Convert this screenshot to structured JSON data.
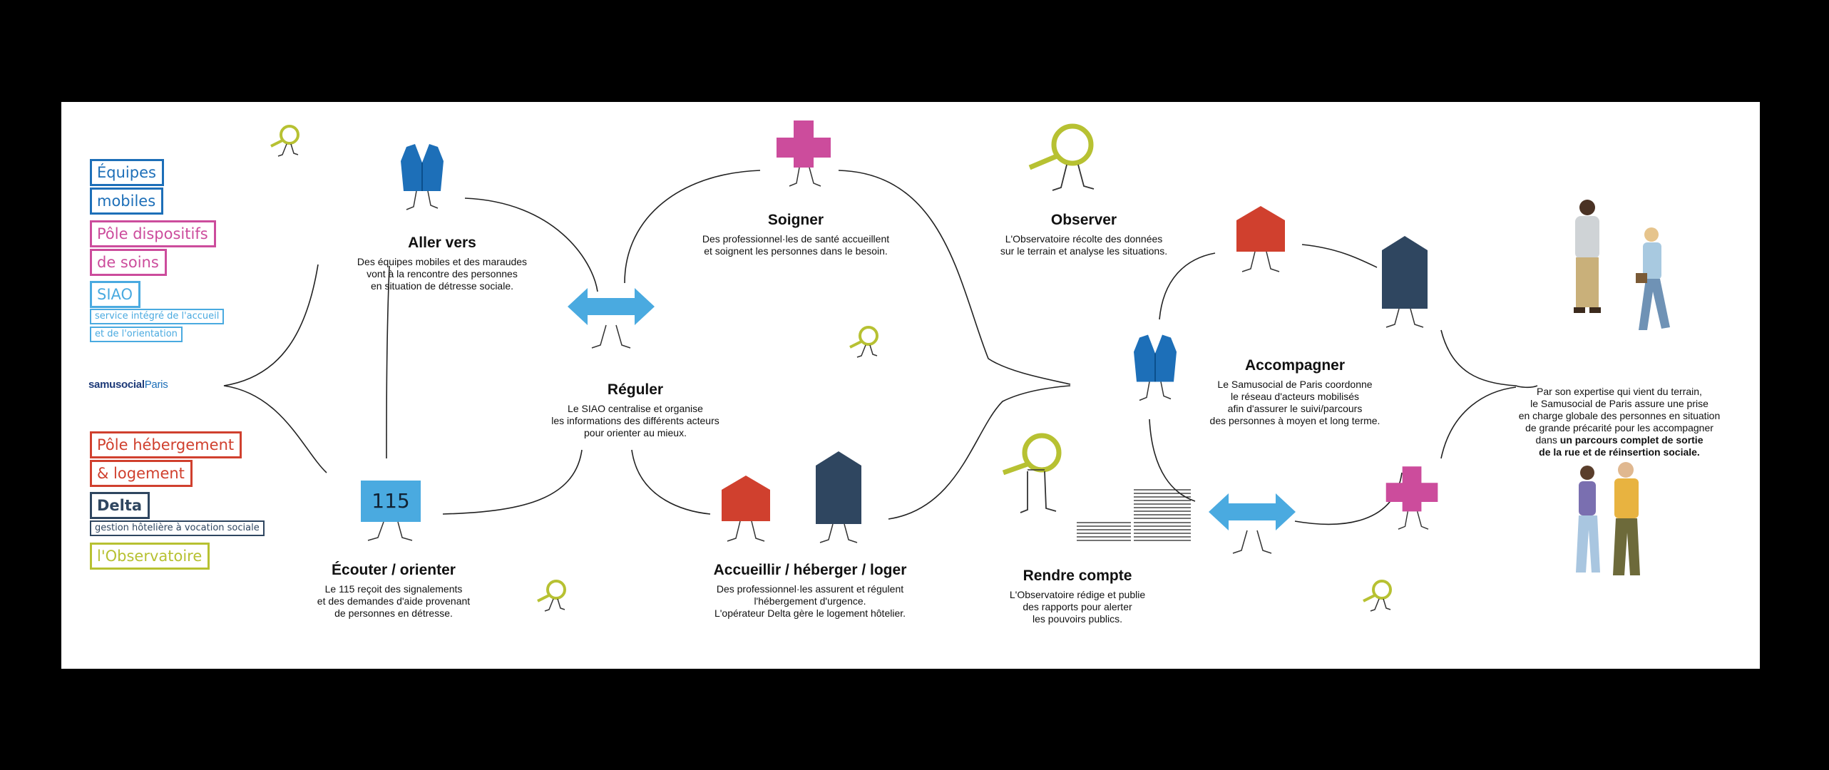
{
  "colors": {
    "blue": "#1d6fb8",
    "pink": "#cc4c9c",
    "sky": "#4aaae0",
    "red": "#d0402e",
    "navy": "#2f4660",
    "olive": "#b7c132",
    "background": "#000000",
    "panel": "#ffffff"
  },
  "legend": {
    "equipes_line1": "Équipes",
    "equipes_line2": "mobiles",
    "pole_soins_line1": "Pôle dispositifs",
    "pole_soins_line2": "de soins",
    "siao": "SIAO",
    "siao_sub1": "service intégré de l'accueil",
    "siao_sub2": "et de l'orientation",
    "logo_part1": "samusocial",
    "logo_part2": "Paris",
    "pole_hebergement_line1": "Pôle hébergement",
    "pole_hebergement_line2": "& logement",
    "delta": "Delta",
    "delta_sub": "gestion hôtelière à vocation sociale",
    "observatoire": "l'Observatoire"
  },
  "steps": {
    "aller_vers": {
      "title": "Aller vers",
      "text": "Des équipes mobiles et des maraudes\nvont à la rencontre des personnes\nen situation de détresse sociale."
    },
    "soigner": {
      "title": "Soigner",
      "text": "Des professionnel·les de santé accueillent\net soignent les personnes dans le besoin."
    },
    "observer": {
      "title": "Observer",
      "text": "L'Observatoire récolte des données\nsur le terrain et analyse les situations."
    },
    "reguler": {
      "title": "Réguler",
      "text": "Le SIAO centralise et organise\nles informations des différents acteurs\npour orienter au mieux."
    },
    "ecouter": {
      "title": "Écouter / orienter",
      "text": "Le 115 reçoit des signalements\net des demandes d'aide provenant\nde personnes en détresse."
    },
    "accueillir": {
      "title": "Accueillir / héberger / loger",
      "text": "Des professionnel·les assurent et régulent\nl'hébergement d'urgence.\nL'opérateur Delta gère le logement hôtelier."
    },
    "rendre_compte": {
      "title": "Rendre compte",
      "text": "L'Observatoire rédige et publie\ndes rapports pour alerter\nles pouvoirs publics."
    },
    "accompagner": {
      "title": "Accompagner",
      "text": "Le Samusocial de Paris coordonne\nle réseau d'acteurs mobilisés\nafin d'assurer le suivi/parcours\ndes personnes à moyen et long terme."
    }
  },
  "phone_label": "115",
  "summary": {
    "text": "Par son expertise qui vient du terrain,\nle Samusocial de Paris assure une prise\nen charge globale des personnes en situation\nde grande précarité pour les accompagner\ndans ",
    "bold": "un parcours complet de sortie\nde la rue et de réinsertion sociale."
  },
  "icons": [
    "magnifier-walker-icon",
    "vest-walker-icon",
    "cross-walker-icon",
    "double-arrow-walker-icon",
    "phone-115-walker-icon",
    "red-house-walker-icon",
    "navy-house-walker-icon",
    "documents-icon",
    "people-illustration"
  ]
}
